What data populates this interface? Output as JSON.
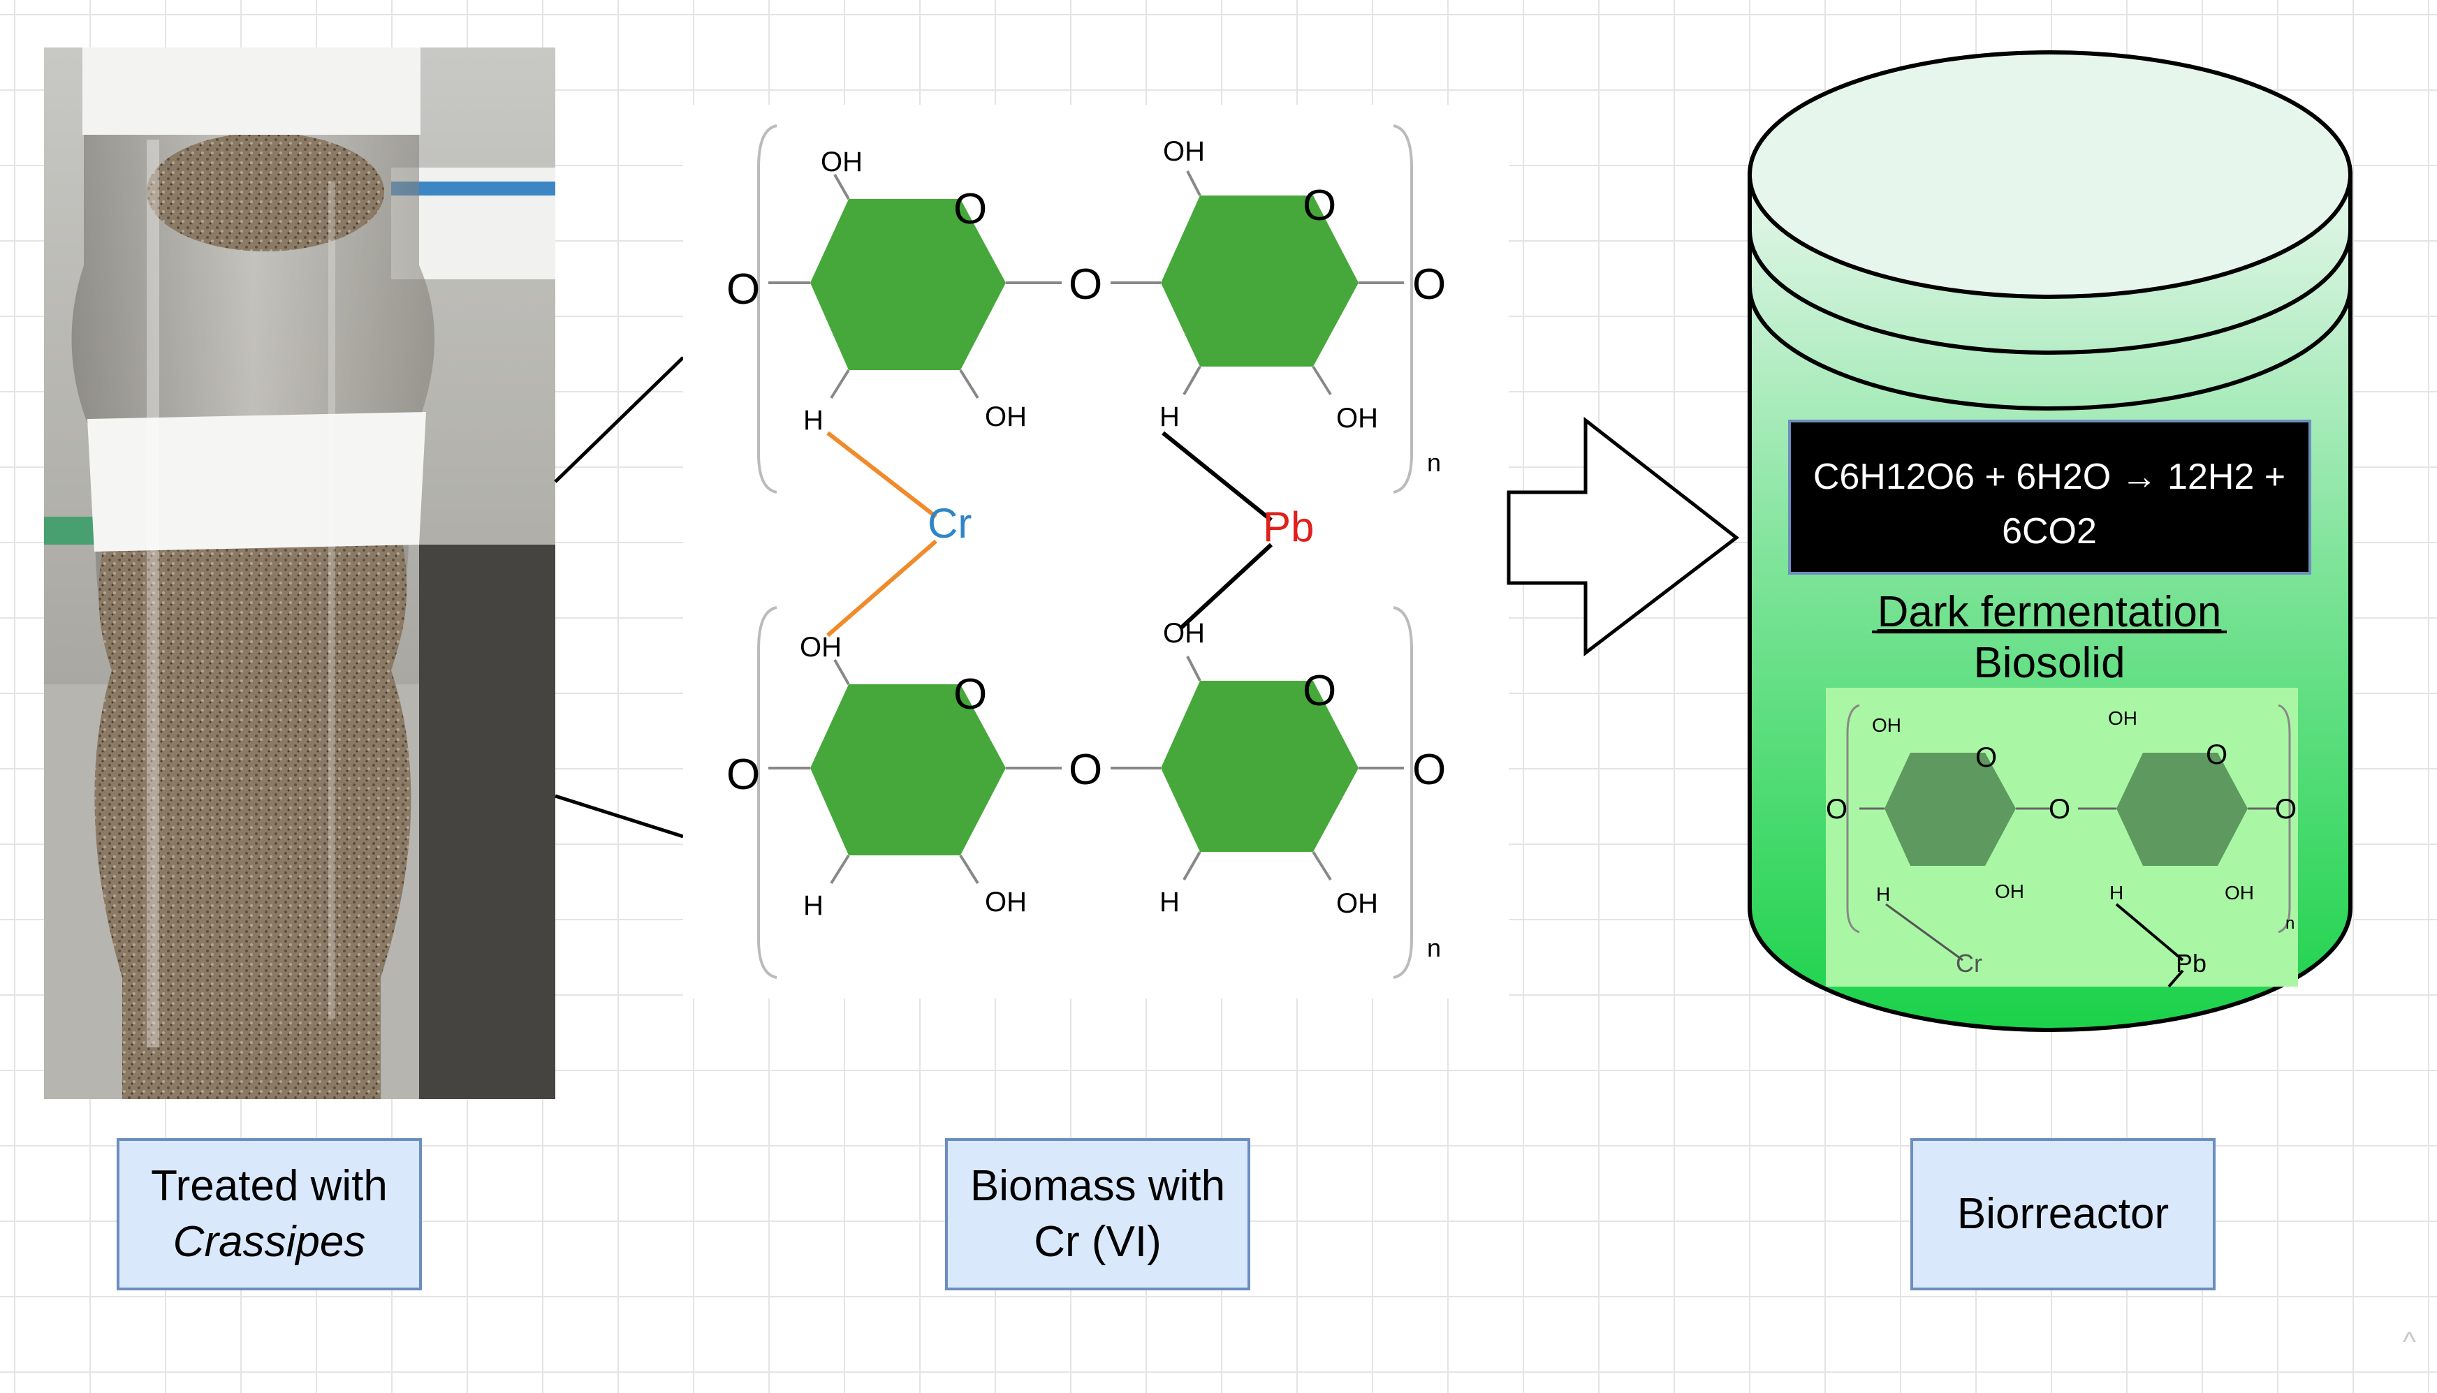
{
  "captions": {
    "left_line1": "Treated with",
    "left_line2": "Crassipes",
    "middle_line1": "Biomass with",
    "middle_line2": "Cr (VI)",
    "right": "Biorreactor"
  },
  "structure": {
    "oh": "OH",
    "o": "O",
    "h": "H",
    "n": "n",
    "cr": "Cr",
    "pb": "Pb"
  },
  "reactor": {
    "equation_line1": "C6H12O6 + 6H2O → 12H2 +",
    "equation_line2": "6CO2",
    "label_dark_fermentation": "Dark fermentation",
    "label_biosolid": "Biosolid"
  },
  "colors": {
    "hexagon": "#46a83a",
    "hexagon_small": "#5e9960",
    "chromium": "#2e86c8",
    "lead": "#e0201b",
    "cr_bond": "#f08a2a",
    "caption_fill": "#dae8fc",
    "caption_border": "#6c8ebf",
    "reactor_top": "#e7f6ec",
    "reactor_bottom": "#1bd24a"
  },
  "icons": [
    "photo-column",
    "cellulose-structure",
    "arrow-right",
    "bioreactor-cylinder"
  ]
}
